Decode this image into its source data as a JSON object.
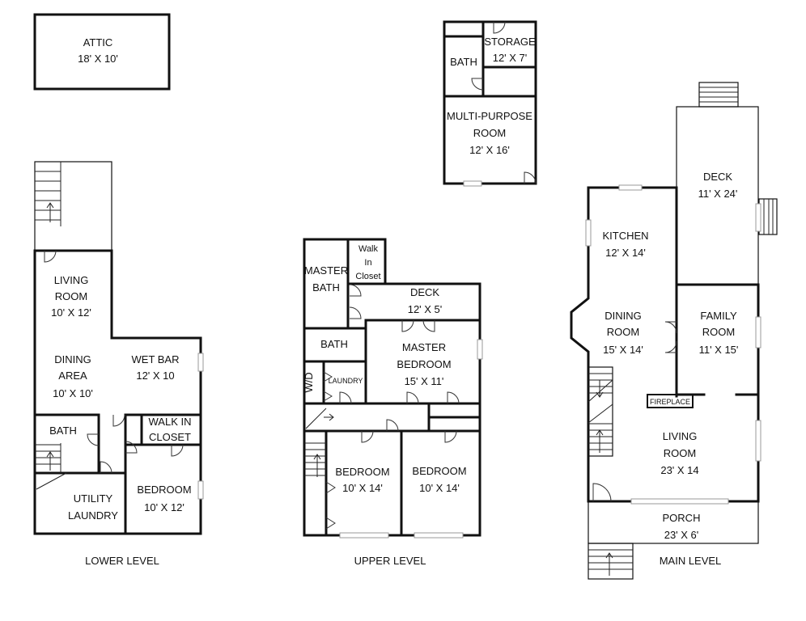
{
  "attic": {
    "name": "ATTIC",
    "size": "18' X 10'"
  },
  "lower_level": {
    "title": "LOWER LEVEL",
    "living_room": {
      "name_1": "LIVING",
      "name_2": "ROOM",
      "size": "10' X 12'"
    },
    "dining_area": {
      "name_1": "DINING",
      "name_2": "AREA",
      "size": "10' X 10'"
    },
    "wet_bar": {
      "name": "WET BAR",
      "size": "12' X 10"
    },
    "bath": {
      "name": "BATH"
    },
    "walk_in_closet": {
      "name_1": "WALK IN",
      "name_2": "CLOSET"
    },
    "utility": {
      "name_1": "UTILITY",
      "name_2": "LAUNDRY"
    },
    "bedroom": {
      "name": "BEDROOM",
      "size": "10' X 12'"
    }
  },
  "upper_level": {
    "title": "UPPER LEVEL",
    "master_bath": {
      "name_1": "MASTER",
      "name_2": "BATH"
    },
    "walk_in_closet": {
      "name_1": "Walk",
      "name_2": "In",
      "name_3": "Closet"
    },
    "deck": {
      "name": "DECK",
      "size": "12' X 5'"
    },
    "bath": {
      "name": "BATH"
    },
    "master_bedroom": {
      "name_1": "MASTER",
      "name_2": "BEDROOM",
      "size": "15' X 11'"
    },
    "wd": {
      "name": "W/D"
    },
    "laundry": {
      "name": "LAUNDRY"
    },
    "bedroom_1": {
      "name": "BEDROOM",
      "size": "10' X 14'"
    },
    "bedroom_2": {
      "name": "BEDROOM",
      "size": "10' X 14'"
    }
  },
  "outbuilding": {
    "storage": {
      "name": "STORAGE",
      "size": "12' X 7'"
    },
    "bath": {
      "name": "BATH"
    },
    "multi_purpose": {
      "name_1": "MULTI-PURPOSE",
      "name_2": "ROOM",
      "size": "12' X 16'"
    }
  },
  "main_level": {
    "title": "MAIN LEVEL",
    "kitchen": {
      "name": "KITCHEN",
      "size": "12' X 14'"
    },
    "deck": {
      "name": "DECK",
      "size": "11' X 24'"
    },
    "dining_room": {
      "name_1": "DINING",
      "name_2": "ROOM",
      "size": "15' X 14'"
    },
    "family_room": {
      "name_1": "FAMILY",
      "name_2": "ROOM",
      "size": "11' X 15'"
    },
    "fireplace": {
      "name": "FIREPLACE"
    },
    "living_room": {
      "name_1": "LIVING",
      "name_2": "ROOM",
      "size": "23' X 14"
    },
    "porch": {
      "name": "PORCH",
      "size": "23' X 6'"
    }
  }
}
